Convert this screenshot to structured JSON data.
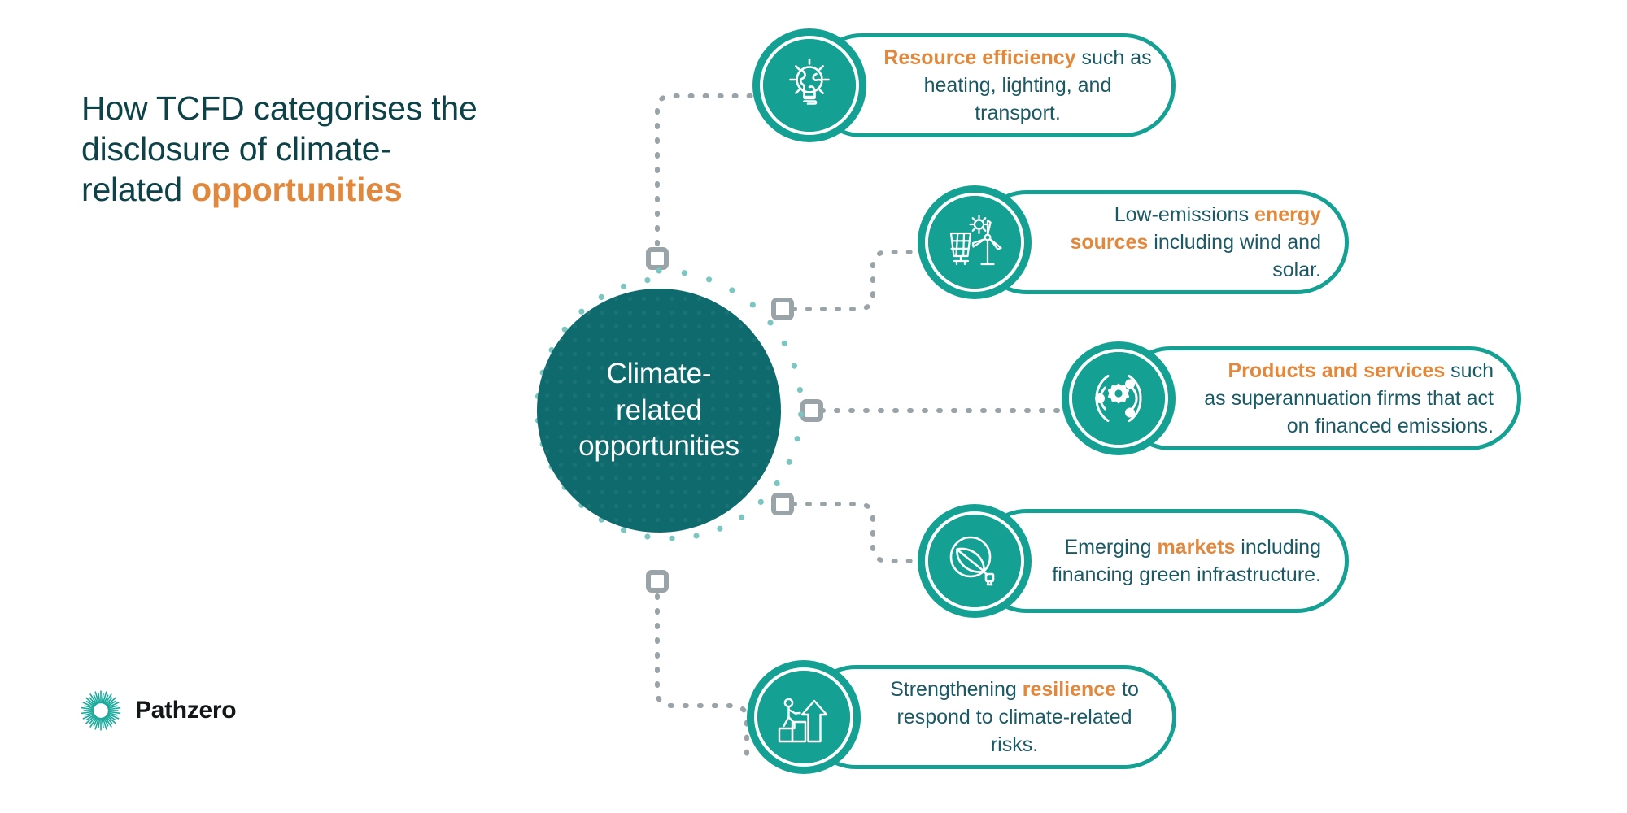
{
  "title": {
    "line1": "How TCFD categorises the",
    "line2": "disclosure of climate-",
    "line3_prefix": "related ",
    "line3_accent": "opportunities"
  },
  "hub": {
    "label": "Climate-\nrelated\nopportunities"
  },
  "cards": [
    {
      "id": "resource-efficiency",
      "icon": "lightbulb-globe-icon",
      "highlight": "Resource efficiency",
      "text_after": " such as heating, lighting, and transport.",
      "align": "center"
    },
    {
      "id": "energy-sources",
      "icon": "solar-wind-icon",
      "text_before": "Low-emissions ",
      "highlight": "energy sources",
      "text_after": " including wind and solar.",
      "align": "right"
    },
    {
      "id": "products-and-services",
      "icon": "gear-orbit-icon",
      "highlight": "Products and services",
      "text_after": " such as superannuation firms that act on financed emissions.",
      "align": "right"
    },
    {
      "id": "emerging-markets",
      "icon": "leaf-plug-icon",
      "text_before": "Emerging ",
      "highlight": "markets",
      "text_after": " including financing green infrastructure.",
      "align": "right"
    },
    {
      "id": "resilience",
      "icon": "person-steps-arrow-icon",
      "text_before": "Strengthening ",
      "highlight": "resilience",
      "text_after": " to respond to climate-related risks.",
      "align": "center"
    }
  ],
  "logo": {
    "mark": "pathzero-sunburst-icon",
    "word": "Pathzero"
  },
  "colors": {
    "teal_dark": "#0e6a6c",
    "teal": "#14a193",
    "text_dark": "#1b5964",
    "title": "#0d4249",
    "accent_orange": "#e2883c",
    "connector_gray": "#9aa4a8",
    "background": "#ffffff"
  }
}
